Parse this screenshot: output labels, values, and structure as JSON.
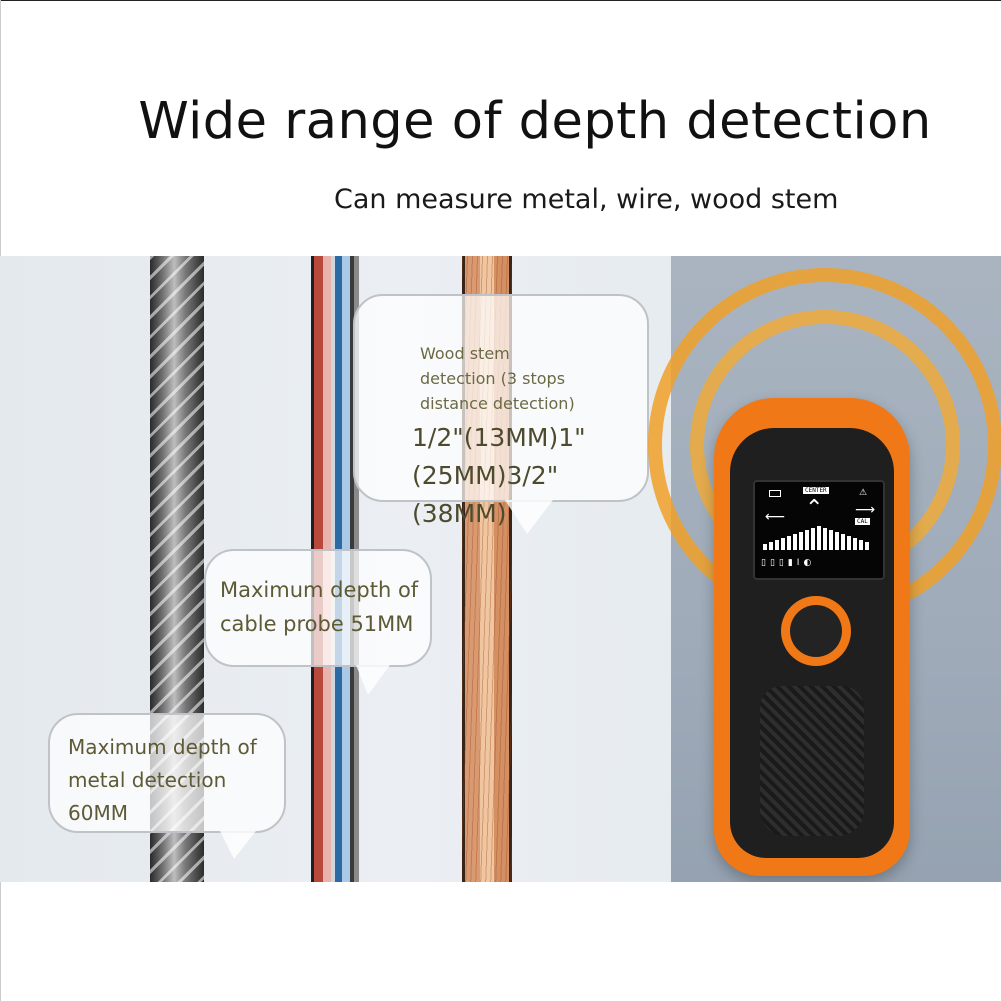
{
  "headline": "Wide range of depth detection",
  "subheadline": "Can measure metal, wire, wood stem",
  "bubbles": {
    "wood": {
      "lines_small": [
        "Wood stem",
        "detection (3 stops",
        "distance detection)"
      ],
      "lines_big": [
        "1/2\"(13MM)1\"",
        "(25MM)3/2\"",
        "(38MM)"
      ]
    },
    "cable": {
      "lines": [
        "Maximum depth of",
        "cable probe 51MM"
      ]
    },
    "metal": {
      "lines": [
        "Maximum depth of",
        "metal detection",
        "60MM"
      ]
    }
  },
  "device": {
    "screen_center_label": "CENTER",
    "screen_cal_label": "CAL",
    "icons": [
      "battery-icon",
      "warning-icon",
      "left-arrow-icon",
      "right-arrow-icon",
      "signal-bars-icon",
      "mode-icons"
    ]
  },
  "colors": {
    "device_orange": "#f07816",
    "wave_orange": "#f0a028",
    "device_dark": "#1f1f1f"
  }
}
